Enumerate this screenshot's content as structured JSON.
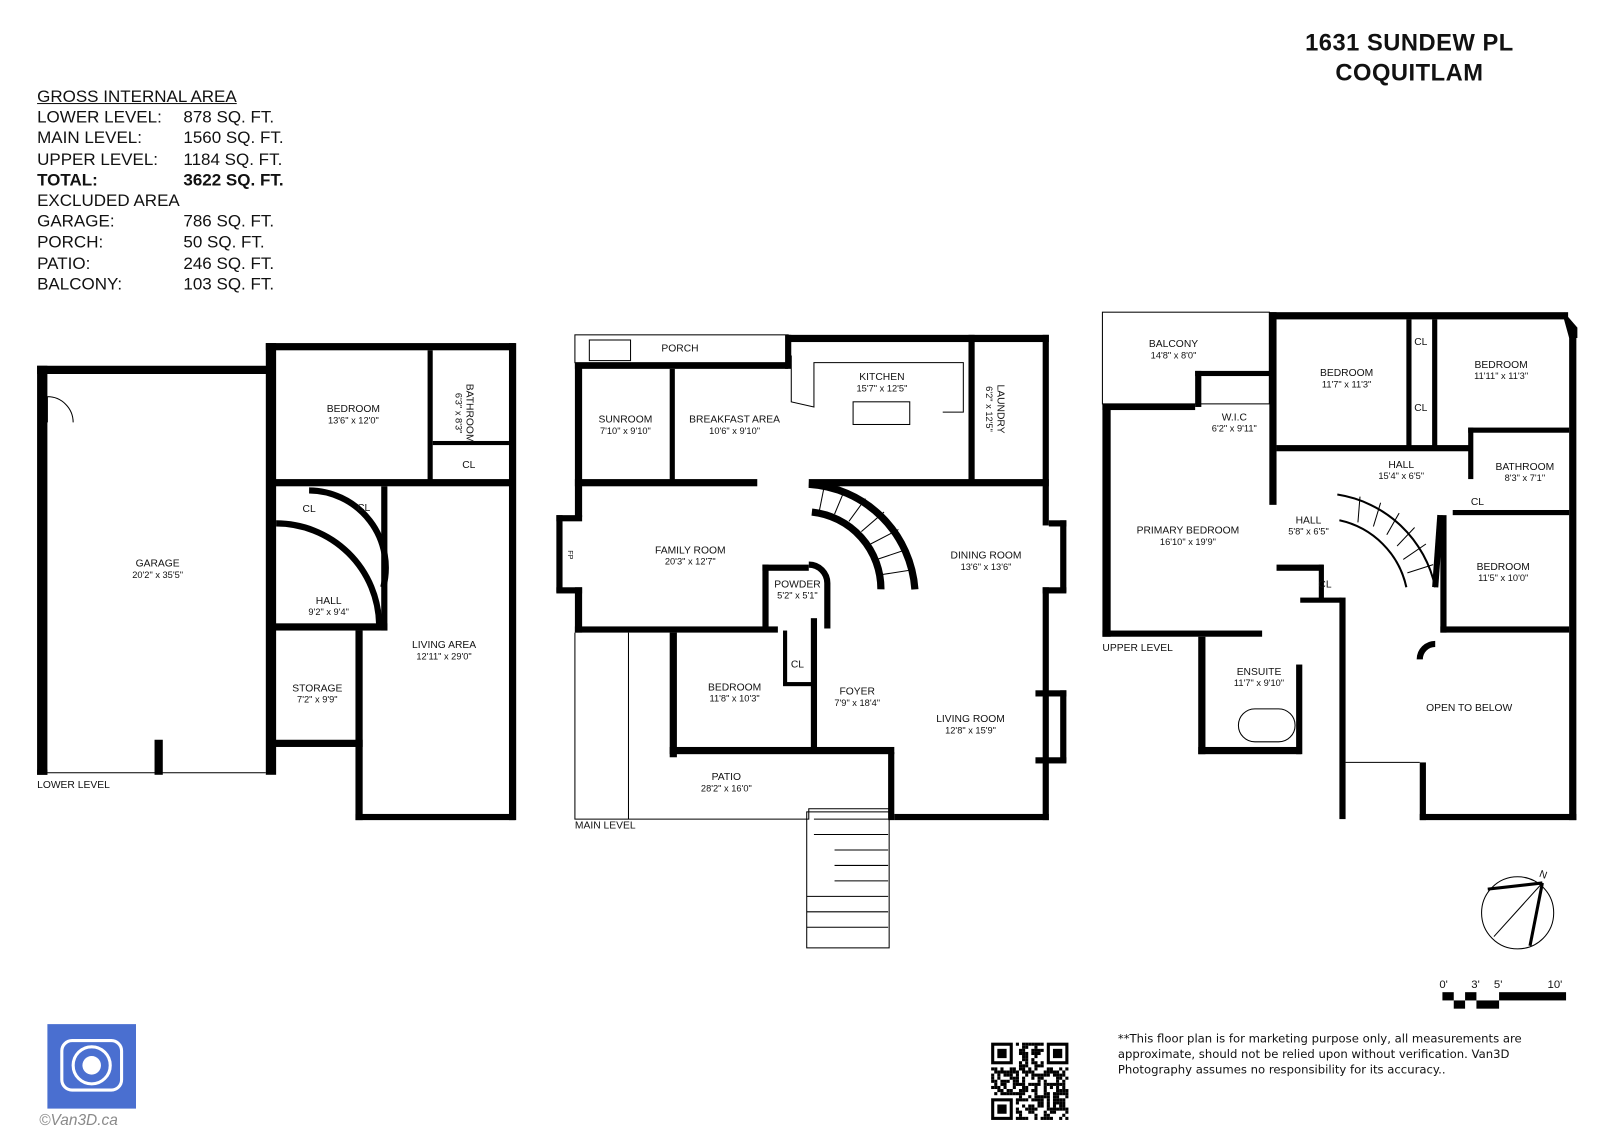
{
  "header": {
    "address": "1631 SUNDEW PL",
    "city": "COQUITLAM"
  },
  "areas": {
    "heading": "GROSS INTERNAL AREA",
    "lower": {
      "label": "LOWER LEVEL:",
      "value": "878 SQ. FT."
    },
    "main": {
      "label": "MAIN LEVEL:",
      "value": "1560 SQ. FT."
    },
    "upper": {
      "label": "UPPER LEVEL:",
      "value": "1184 SQ. FT."
    },
    "total": {
      "label": "TOTAL:",
      "value": "3622 SQ. FT."
    },
    "excluded_heading": "EXCLUDED AREA",
    "garage": {
      "label": "GARAGE:",
      "value": "786 SQ. FT."
    },
    "porch": {
      "label": "PORCH:",
      "value": "50 SQ. FT."
    },
    "patio": {
      "label": "PATIO:",
      "value": "246 SQ. FT."
    },
    "balcony": {
      "label": "BALCONY:",
      "value": "103 SQ. FT."
    }
  },
  "lower_level": {
    "label": "LOWER LEVEL",
    "rooms": {
      "garage": {
        "name": "GARAGE",
        "dims": "20'2\" x 35'5\""
      },
      "bedroom": {
        "name": "BEDROOM",
        "dims": "13'6\" x 12'0\""
      },
      "bathroom": {
        "name": "BATHROOM",
        "dims": "6'3\" x 8'3\""
      },
      "hall": {
        "name": "HALL",
        "dims": "9'2\" x 9'4\""
      },
      "storage": {
        "name": "STORAGE",
        "dims": "7'2\" x 9'9\""
      },
      "living": {
        "name": "LIVING AREA",
        "dims": "12'11\" x 29'0\""
      }
    },
    "closets": [
      "CL",
      "CL",
      "CL"
    ]
  },
  "main_level": {
    "label": "MAIN LEVEL",
    "rooms": {
      "porch": {
        "name": "PORCH"
      },
      "sunroom": {
        "name": "SUNROOM",
        "dims": "7'10\" x 9'10\""
      },
      "breakfast": {
        "name": "BREAKFAST AREA",
        "dims": "10'6\" x 9'10\""
      },
      "kitchen": {
        "name": "KITCHEN",
        "dims": "15'7\" x 12'5\""
      },
      "laundry": {
        "name": "LAUNDRY",
        "dims": "6'2\" x 12'5\""
      },
      "family": {
        "name": "FAMILY ROOM",
        "dims": "20'3\" x 12'7\""
      },
      "dining": {
        "name": "DINING ROOM",
        "dims": "13'6\" x 13'6\""
      },
      "powder": {
        "name": "POWDER",
        "dims": "5'2\" x 5'1\""
      },
      "bedroom": {
        "name": "BEDROOM",
        "dims": "11'8\" x 10'3\""
      },
      "foyer": {
        "name": "FOYER",
        "dims": "7'9\" x 18'4\""
      },
      "living": {
        "name": "LIVING ROOM",
        "dims": "12'8\" x 15'9\""
      },
      "patio": {
        "name": "PATIO",
        "dims": "28'2\" x 16'0\""
      }
    },
    "closets": [
      "CL"
    ],
    "fireplace": "FP"
  },
  "upper_level": {
    "label": "UPPER LEVEL",
    "rooms": {
      "balcony": {
        "name": "BALCONY",
        "dims": "14'8\" x 8'0\""
      },
      "wic": {
        "name": "W.I.C",
        "dims": "6'2\" x 9'11\""
      },
      "bedroom1": {
        "name": "BEDROOM",
        "dims": "11'7\" x 11'3\""
      },
      "bedroom2": {
        "name": "BEDROOM",
        "dims": "11'11\" x 11'3\""
      },
      "hall1": {
        "name": "HALL",
        "dims": "15'4\" x 6'5\""
      },
      "bathroom": {
        "name": "BATHROOM",
        "dims": "8'3\" x 7'1\""
      },
      "primary": {
        "name": "PRIMARY BEDROOM",
        "dims": "16'10\" x 19'9\""
      },
      "hall2": {
        "name": "HALL",
        "dims": "5'8\" x 6'5\""
      },
      "bedroom3": {
        "name": "BEDROOM",
        "dims": "11'5\" x 10'0\""
      },
      "ensuite": {
        "name": "ENSUITE",
        "dims": "11'7\" x 9'10\""
      },
      "open": {
        "name": "OPEN TO BELOW"
      }
    },
    "closets": [
      "CL",
      "CL",
      "CL",
      "CL"
    ]
  },
  "compass": {
    "label": "N"
  },
  "scale": {
    "ticks": [
      "0'",
      "3'",
      "5'",
      "10'"
    ]
  },
  "disclaimer": "**This floor plan is for marketing purpose only, all measurements are approximate, should not be relied upon without verification. Van3D Photography assumes no responsibility for its accuracy..",
  "watermark": "©Van3D.ca",
  "brand_color": "#4a6fd0"
}
